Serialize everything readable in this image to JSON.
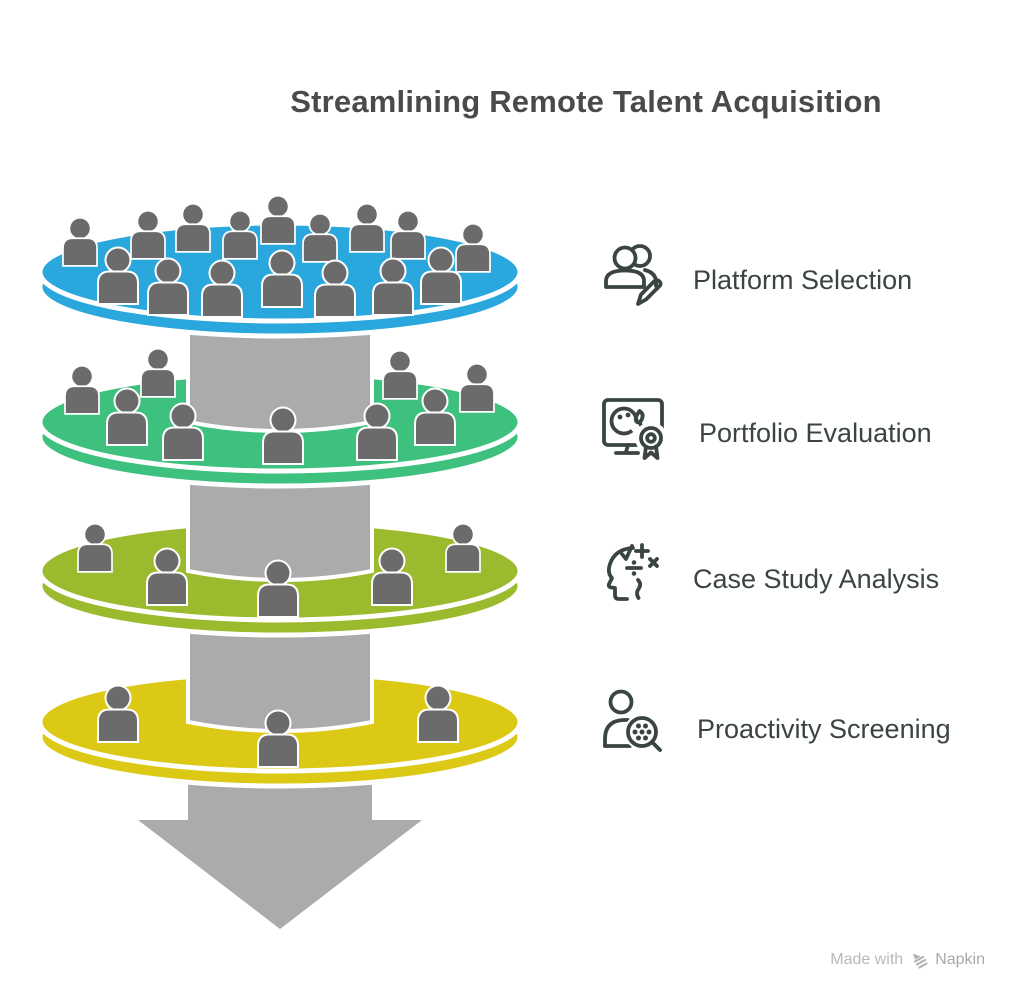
{
  "title": "Streamlining Remote Talent Acquisition",
  "steps": [
    {
      "label": "Platform Selection",
      "icon": "people-edit-icon"
    },
    {
      "label": "Portfolio Evaluation",
      "icon": "monitor-award-icon"
    },
    {
      "label": "Case Study Analysis",
      "icon": "head-calculation-icon"
    },
    {
      "label": "Proactivity Screening",
      "icon": "person-magnifier-icon"
    }
  ],
  "funnel": {
    "type": "layered-funnel",
    "layers": [
      {
        "name": "applicant-pool",
        "color": "#2aa7dc",
        "person_count": 16
      },
      {
        "name": "screened",
        "color": "#3ec07e",
        "person_count": 9
      },
      {
        "name": "evaluated",
        "color": "#9cba2e",
        "person_count": 5
      },
      {
        "name": "finalists",
        "color": "#dcc916",
        "person_count": 3
      }
    ],
    "shaft_color": "#ababab",
    "person_color": "#6b6b6b"
  },
  "watermark": {
    "prefix": "Made with",
    "brand": "Napkin"
  }
}
